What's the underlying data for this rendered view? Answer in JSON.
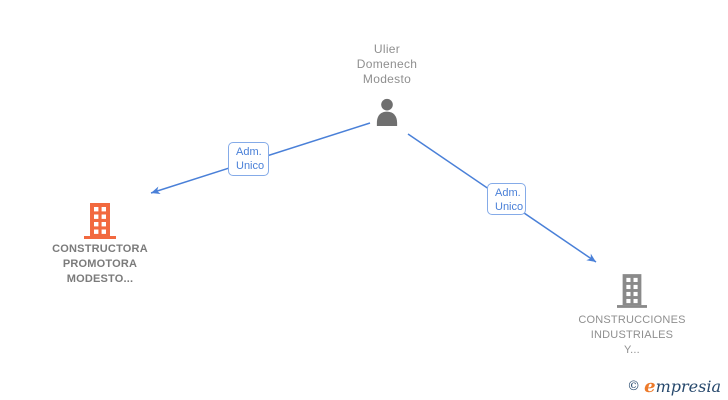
{
  "diagram": {
    "person": {
      "name": "Ulier Domenech Modesto",
      "name_lines": [
        "Ulier",
        "Domenech",
        "Modesto"
      ]
    },
    "companies": [
      {
        "name": "CONSTRUCTORA PROMOTORA MODESTO...",
        "name_lines": [
          "CONSTRUCTORA",
          "PROMOTORA",
          "MODESTO..."
        ],
        "emphasis": true
      },
      {
        "name": "CONSTRUCCIONES INDUSTRIALES Y...",
        "name_lines": [
          "CONSTRUCCIONES",
          "INDUSTRIALES",
          "Y..."
        ],
        "emphasis": false
      }
    ],
    "edges": [
      {
        "from": "Ulier Domenech Modesto",
        "to": "CONSTRUCTORA PROMOTORA MODESTO...",
        "label": "Adm. Unico",
        "label_lines": [
          "Adm.",
          "Unico"
        ]
      },
      {
        "from": "Ulier Domenech Modesto",
        "to": "CONSTRUCCIONES INDUSTRIALES Y...",
        "label": "Adm. Unico",
        "label_lines": [
          "Adm.",
          "Unico"
        ]
      }
    ]
  },
  "footer": {
    "logo_copyright": "©",
    "logo_brand_initial": "e",
    "logo_brand_rest": "mpresia"
  },
  "colors": {
    "edge_blue": "#4a80d8",
    "label_border_blue": "#85abe8",
    "highlight_orange": "#f2693f",
    "company_gray": "#8a8a8a",
    "person_gray": "#6f6f6f",
    "text_gray": "#8f8f8f",
    "logo_navy": "#27496d",
    "logo_orange": "#ed7a2a"
  }
}
